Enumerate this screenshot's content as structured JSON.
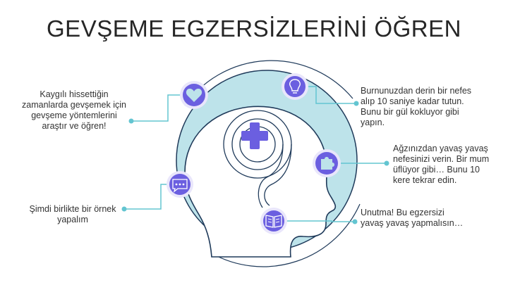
{
  "slide": {
    "title": "GEVŞEME EGZERSİZLERİNİ ÖĞREN",
    "left_top_text": "Kaygılı hissettiğin zamanlarda gevşemek için gevşeme yöntemlerini araştır ve öğren!",
    "left_bottom_text": "Şimdi birlikte bir örnek yapalım",
    "right_1_text": "Burnunuzdan derin bir nefes alıp 10 saniye kadar tutun. Bunu bir gül kokluyor gibi yapın.",
    "right_2_text": "Ağzınızdan yavaş yavaş nefesinizi verin. Bir mum üflüyor gibi… Bunu 10 kere tekrar edin.",
    "right_3_text": "Unutma! Bu egzersizi yavaş yavaş yapmalısın…"
  },
  "icons": [
    "heart-icon",
    "lightbulb-icon",
    "medical-cross-icon",
    "puzzle-icon",
    "chat-bubble-icon",
    "book-icon"
  ],
  "colors": {
    "accent": "#6b5fe0",
    "circle_fill": "#bde3ea",
    "outline": "#1f3a5a",
    "connector": "#63c5d1"
  }
}
